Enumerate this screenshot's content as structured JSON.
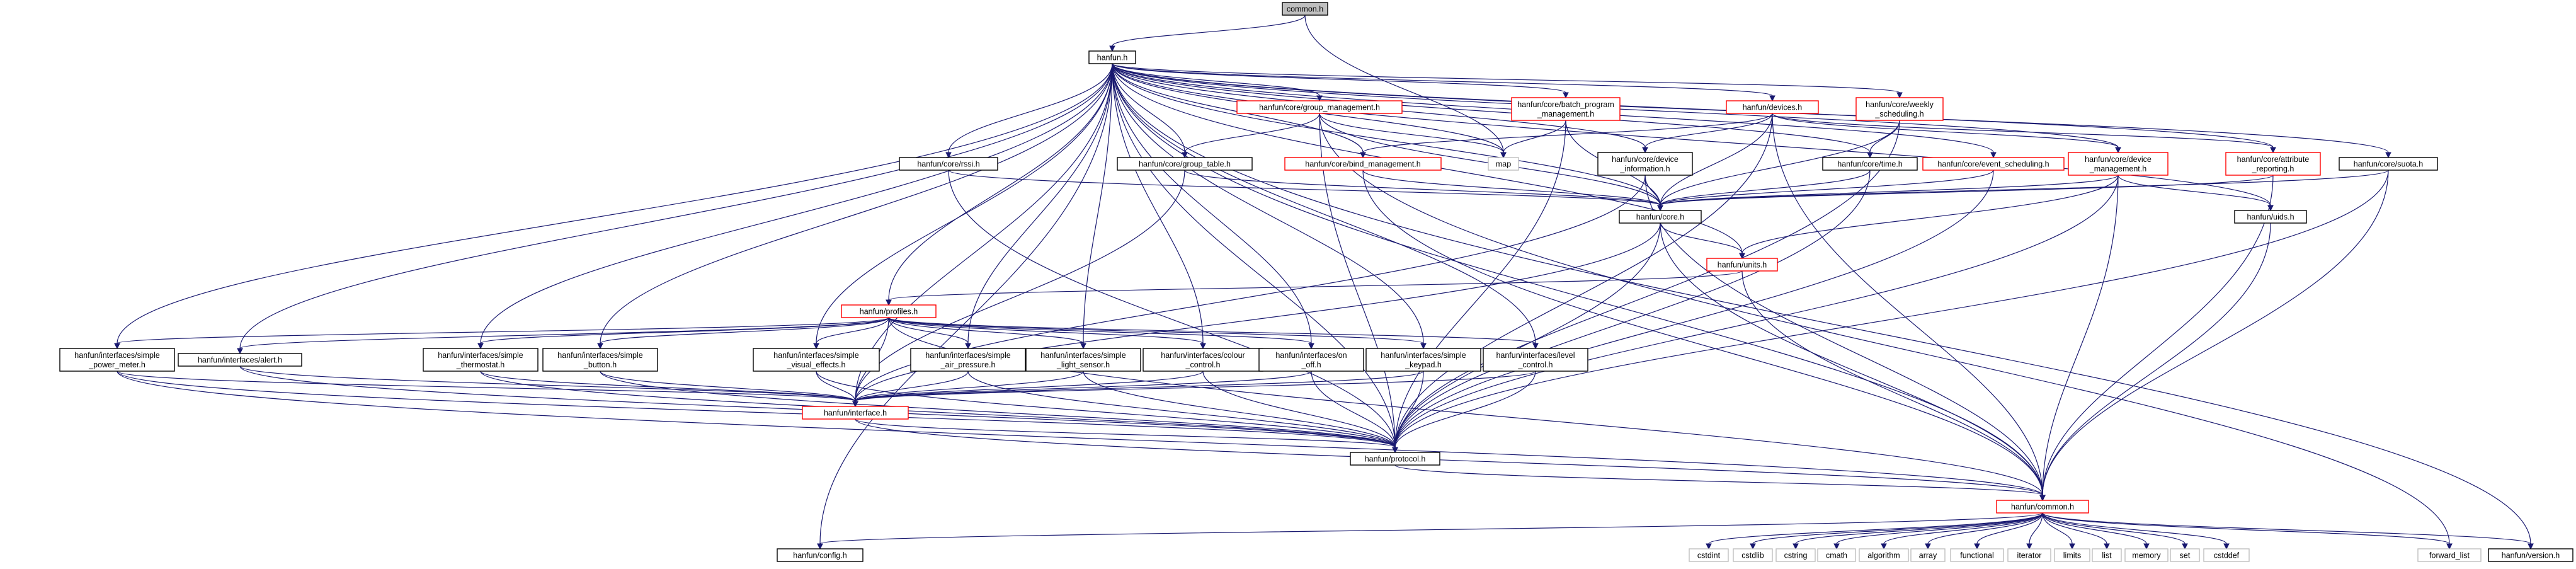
{
  "diagram": {
    "kind": "include-dependency-graph",
    "colors": {
      "background": "#ffffff",
      "edge": "#191970",
      "text": "#000000",
      "border_normal": "#000000",
      "border_red": "#ff0000",
      "border_gray": "#bfbfbf",
      "fill_root": "#bfbfbf",
      "fill_default": "#ffffff"
    },
    "nodes": [
      {
        "id": "common_root",
        "label": "common.h",
        "style": "root"
      },
      {
        "id": "hanfun",
        "label": "hanfun.h",
        "style": "normal"
      },
      {
        "id": "group_mgmt",
        "label": "hanfun/core/group_management.h",
        "style": "red"
      },
      {
        "id": "batch_prog",
        "label": [
          "hanfun/core/batch_program",
          "_management.h"
        ],
        "style": "red"
      },
      {
        "id": "devices",
        "label": "hanfun/devices.h",
        "style": "red"
      },
      {
        "id": "weekly",
        "label": [
          "hanfun/core/weekly",
          "_scheduling.h"
        ],
        "style": "red"
      },
      {
        "id": "map",
        "label": "map",
        "style": "gray"
      },
      {
        "id": "rssi",
        "label": "hanfun/core/rssi.h",
        "style": "normal"
      },
      {
        "id": "group_table",
        "label": "hanfun/core/group_table.h",
        "style": "normal"
      },
      {
        "id": "bind_mgmt",
        "label": "hanfun/core/bind_management.h",
        "style": "red"
      },
      {
        "id": "dev_info",
        "label": [
          "hanfun/core/device",
          "_information.h"
        ],
        "style": "normal"
      },
      {
        "id": "core_time",
        "label": "hanfun/core/time.h",
        "style": "normal"
      },
      {
        "id": "event_sched",
        "label": "hanfun/core/event_scheduling.h",
        "style": "red"
      },
      {
        "id": "dev_mgmt",
        "label": [
          "hanfun/core/device",
          "_management.h"
        ],
        "style": "red"
      },
      {
        "id": "attr_report",
        "label": [
          "hanfun/core/attribute",
          "_reporting.h"
        ],
        "style": "red"
      },
      {
        "id": "suota",
        "label": "hanfun/core/suota.h",
        "style": "normal"
      },
      {
        "id": "core",
        "label": "hanfun/core.h",
        "style": "normal"
      },
      {
        "id": "uids",
        "label": "hanfun/uids.h",
        "style": "normal"
      },
      {
        "id": "units",
        "label": "hanfun/units.h",
        "style": "red"
      },
      {
        "id": "profiles",
        "label": "hanfun/profiles.h",
        "style": "red"
      },
      {
        "id": "power_meter",
        "label": [
          "hanfun/interfaces/simple",
          "_power_meter.h"
        ],
        "style": "normal"
      },
      {
        "id": "alert",
        "label": "hanfun/interfaces/alert.h",
        "style": "normal"
      },
      {
        "id": "thermostat",
        "label": [
          "hanfun/interfaces/simple",
          "_thermostat.h"
        ],
        "style": "normal"
      },
      {
        "id": "button",
        "label": [
          "hanfun/interfaces/simple",
          "_button.h"
        ],
        "style": "normal"
      },
      {
        "id": "visual",
        "label": [
          "hanfun/interfaces/simple",
          "_visual_effects.h"
        ],
        "style": "normal"
      },
      {
        "id": "air_pressure",
        "label": [
          "hanfun/interfaces/simple",
          "_air_pressure.h"
        ],
        "style": "normal"
      },
      {
        "id": "light_sensor",
        "label": [
          "hanfun/interfaces/simple",
          "_light_sensor.h"
        ],
        "style": "normal"
      },
      {
        "id": "colour",
        "label": [
          "hanfun/interfaces/colour",
          "_control.h"
        ],
        "style": "normal"
      },
      {
        "id": "onoff",
        "label": [
          "hanfun/interfaces/on",
          "_off.h"
        ],
        "style": "normal"
      },
      {
        "id": "keypad",
        "label": [
          "hanfun/interfaces/simple",
          "_keypad.h"
        ],
        "style": "normal"
      },
      {
        "id": "level",
        "label": [
          "hanfun/interfaces/level",
          "_control.h"
        ],
        "style": "normal"
      },
      {
        "id": "interface",
        "label": "hanfun/interface.h",
        "style": "red"
      },
      {
        "id": "protocol",
        "label": "hanfun/protocol.h",
        "style": "normal"
      },
      {
        "id": "common",
        "label": "hanfun/common.h",
        "style": "red"
      },
      {
        "id": "config",
        "label": "hanfun/config.h",
        "style": "normal"
      },
      {
        "id": "cstdint",
        "label": "cstdint",
        "style": "gray"
      },
      {
        "id": "cstdlib",
        "label": "cstdlib",
        "style": "gray"
      },
      {
        "id": "cstring",
        "label": "cstring",
        "style": "gray"
      },
      {
        "id": "cmath",
        "label": "cmath",
        "style": "gray"
      },
      {
        "id": "algorithm",
        "label": "algorithm",
        "style": "gray"
      },
      {
        "id": "array",
        "label": "array",
        "style": "gray"
      },
      {
        "id": "functional",
        "label": "functional",
        "style": "gray"
      },
      {
        "id": "iterator",
        "label": "iterator",
        "style": "gray"
      },
      {
        "id": "limits",
        "label": "limits",
        "style": "gray"
      },
      {
        "id": "list",
        "label": "list",
        "style": "gray"
      },
      {
        "id": "memory",
        "label": "memory",
        "style": "gray"
      },
      {
        "id": "set",
        "label": "set",
        "style": "gray"
      },
      {
        "id": "cstddef",
        "label": "cstddef",
        "style": "gray"
      },
      {
        "id": "forward_list",
        "label": "forward_list",
        "style": "gray"
      },
      {
        "id": "version",
        "label": "hanfun/version.h",
        "style": "normal"
      }
    ],
    "edges": [
      [
        "common_root",
        "hanfun"
      ],
      [
        "common_root",
        "map"
      ],
      [
        "hanfun",
        "group_mgmt"
      ],
      [
        "hanfun",
        "batch_prog"
      ],
      [
        "hanfun",
        "devices"
      ],
      [
        "hanfun",
        "weekly"
      ],
      [
        "hanfun",
        "rssi"
      ],
      [
        "hanfun",
        "group_table"
      ],
      [
        "hanfun",
        "bind_mgmt"
      ],
      [
        "hanfun",
        "dev_info"
      ],
      [
        "hanfun",
        "core_time"
      ],
      [
        "hanfun",
        "event_sched"
      ],
      [
        "hanfun",
        "dev_mgmt"
      ],
      [
        "hanfun",
        "attr_report"
      ],
      [
        "hanfun",
        "suota"
      ],
      [
        "hanfun",
        "core"
      ],
      [
        "hanfun",
        "uids"
      ],
      [
        "hanfun",
        "units"
      ],
      [
        "hanfun",
        "profiles"
      ],
      [
        "hanfun",
        "power_meter"
      ],
      [
        "hanfun",
        "alert"
      ],
      [
        "hanfun",
        "thermostat"
      ],
      [
        "hanfun",
        "button"
      ],
      [
        "hanfun",
        "visual"
      ],
      [
        "hanfun",
        "air_pressure"
      ],
      [
        "hanfun",
        "light_sensor"
      ],
      [
        "hanfun",
        "colour"
      ],
      [
        "hanfun",
        "onoff"
      ],
      [
        "hanfun",
        "keypad"
      ],
      [
        "hanfun",
        "level"
      ],
      [
        "hanfun",
        "interface"
      ],
      [
        "hanfun",
        "protocol"
      ],
      [
        "hanfun",
        "common"
      ],
      [
        "hanfun",
        "config"
      ],
      [
        "hanfun",
        "version"
      ],
      [
        "hanfun",
        "map"
      ],
      [
        "group_mgmt",
        "map"
      ],
      [
        "group_mgmt",
        "group_table"
      ],
      [
        "group_mgmt",
        "core"
      ],
      [
        "group_mgmt",
        "protocol"
      ],
      [
        "group_mgmt",
        "forward_list"
      ],
      [
        "batch_prog",
        "map"
      ],
      [
        "batch_prog",
        "core"
      ],
      [
        "batch_prog",
        "protocol"
      ],
      [
        "devices",
        "core"
      ],
      [
        "devices",
        "dev_info"
      ],
      [
        "devices",
        "protocol"
      ],
      [
        "devices",
        "dev_mgmt"
      ],
      [
        "devices",
        "bind_mgmt"
      ],
      [
        "devices",
        "attr_report"
      ],
      [
        "devices",
        "common"
      ],
      [
        "weekly",
        "core_time"
      ],
      [
        "weekly",
        "core"
      ],
      [
        "weekly",
        "protocol"
      ],
      [
        "rssi",
        "core"
      ],
      [
        "rssi",
        "protocol"
      ],
      [
        "group_table",
        "core"
      ],
      [
        "group_table",
        "interface"
      ],
      [
        "bind_mgmt",
        "core"
      ],
      [
        "bind_mgmt",
        "common"
      ],
      [
        "dev_info",
        "core"
      ],
      [
        "dev_info",
        "interface"
      ],
      [
        "dev_info",
        "common"
      ],
      [
        "core_time",
        "core"
      ],
      [
        "core_time",
        "protocol"
      ],
      [
        "event_sched",
        "core"
      ],
      [
        "event_sched",
        "protocol"
      ],
      [
        "dev_mgmt",
        "core"
      ],
      [
        "dev_mgmt",
        "protocol"
      ],
      [
        "dev_mgmt",
        "uids"
      ],
      [
        "dev_mgmt",
        "units"
      ],
      [
        "dev_mgmt",
        "common"
      ],
      [
        "attr_report",
        "core"
      ],
      [
        "attr_report",
        "common"
      ],
      [
        "suota",
        "core"
      ],
      [
        "suota",
        "protocol"
      ],
      [
        "suota",
        "common"
      ],
      [
        "core",
        "units"
      ],
      [
        "core",
        "interface"
      ],
      [
        "core",
        "protocol"
      ],
      [
        "core",
        "common"
      ],
      [
        "uids",
        "common"
      ],
      [
        "units",
        "profiles"
      ],
      [
        "units",
        "common"
      ],
      [
        "profiles",
        "power_meter"
      ],
      [
        "profiles",
        "alert"
      ],
      [
        "profiles",
        "thermostat"
      ],
      [
        "profiles",
        "button"
      ],
      [
        "profiles",
        "visual"
      ],
      [
        "profiles",
        "air_pressure"
      ],
      [
        "profiles",
        "light_sensor"
      ],
      [
        "profiles",
        "colour"
      ],
      [
        "profiles",
        "onoff"
      ],
      [
        "profiles",
        "keypad"
      ],
      [
        "profiles",
        "level"
      ],
      [
        "profiles",
        "interface"
      ],
      [
        "profiles",
        "common"
      ],
      [
        "power_meter",
        "interface"
      ],
      [
        "power_meter",
        "protocol"
      ],
      [
        "power_meter",
        "common"
      ],
      [
        "alert",
        "interface"
      ],
      [
        "alert",
        "protocol"
      ],
      [
        "thermostat",
        "interface"
      ],
      [
        "thermostat",
        "protocol"
      ],
      [
        "button",
        "interface"
      ],
      [
        "button",
        "protocol"
      ],
      [
        "visual",
        "interface"
      ],
      [
        "visual",
        "protocol"
      ],
      [
        "air_pressure",
        "interface"
      ],
      [
        "air_pressure",
        "protocol"
      ],
      [
        "light_sensor",
        "interface"
      ],
      [
        "light_sensor",
        "protocol"
      ],
      [
        "colour",
        "interface"
      ],
      [
        "colour",
        "protocol"
      ],
      [
        "onoff",
        "interface"
      ],
      [
        "onoff",
        "protocol"
      ],
      [
        "keypad",
        "interface"
      ],
      [
        "keypad",
        "protocol"
      ],
      [
        "level",
        "interface"
      ],
      [
        "level",
        "protocol"
      ],
      [
        "interface",
        "protocol"
      ],
      [
        "interface",
        "common"
      ],
      [
        "protocol",
        "common"
      ],
      [
        "common",
        "config"
      ],
      [
        "common",
        "cstdint"
      ],
      [
        "common",
        "cstdlib"
      ],
      [
        "common",
        "cstring"
      ],
      [
        "common",
        "cmath"
      ],
      [
        "common",
        "algorithm"
      ],
      [
        "common",
        "array"
      ],
      [
        "common",
        "functional"
      ],
      [
        "common",
        "iterator"
      ],
      [
        "common",
        "limits"
      ],
      [
        "common",
        "list"
      ],
      [
        "common",
        "memory"
      ],
      [
        "common",
        "set"
      ],
      [
        "common",
        "cstddef"
      ],
      [
        "common",
        "forward_list"
      ],
      [
        "common",
        "version"
      ]
    ]
  }
}
